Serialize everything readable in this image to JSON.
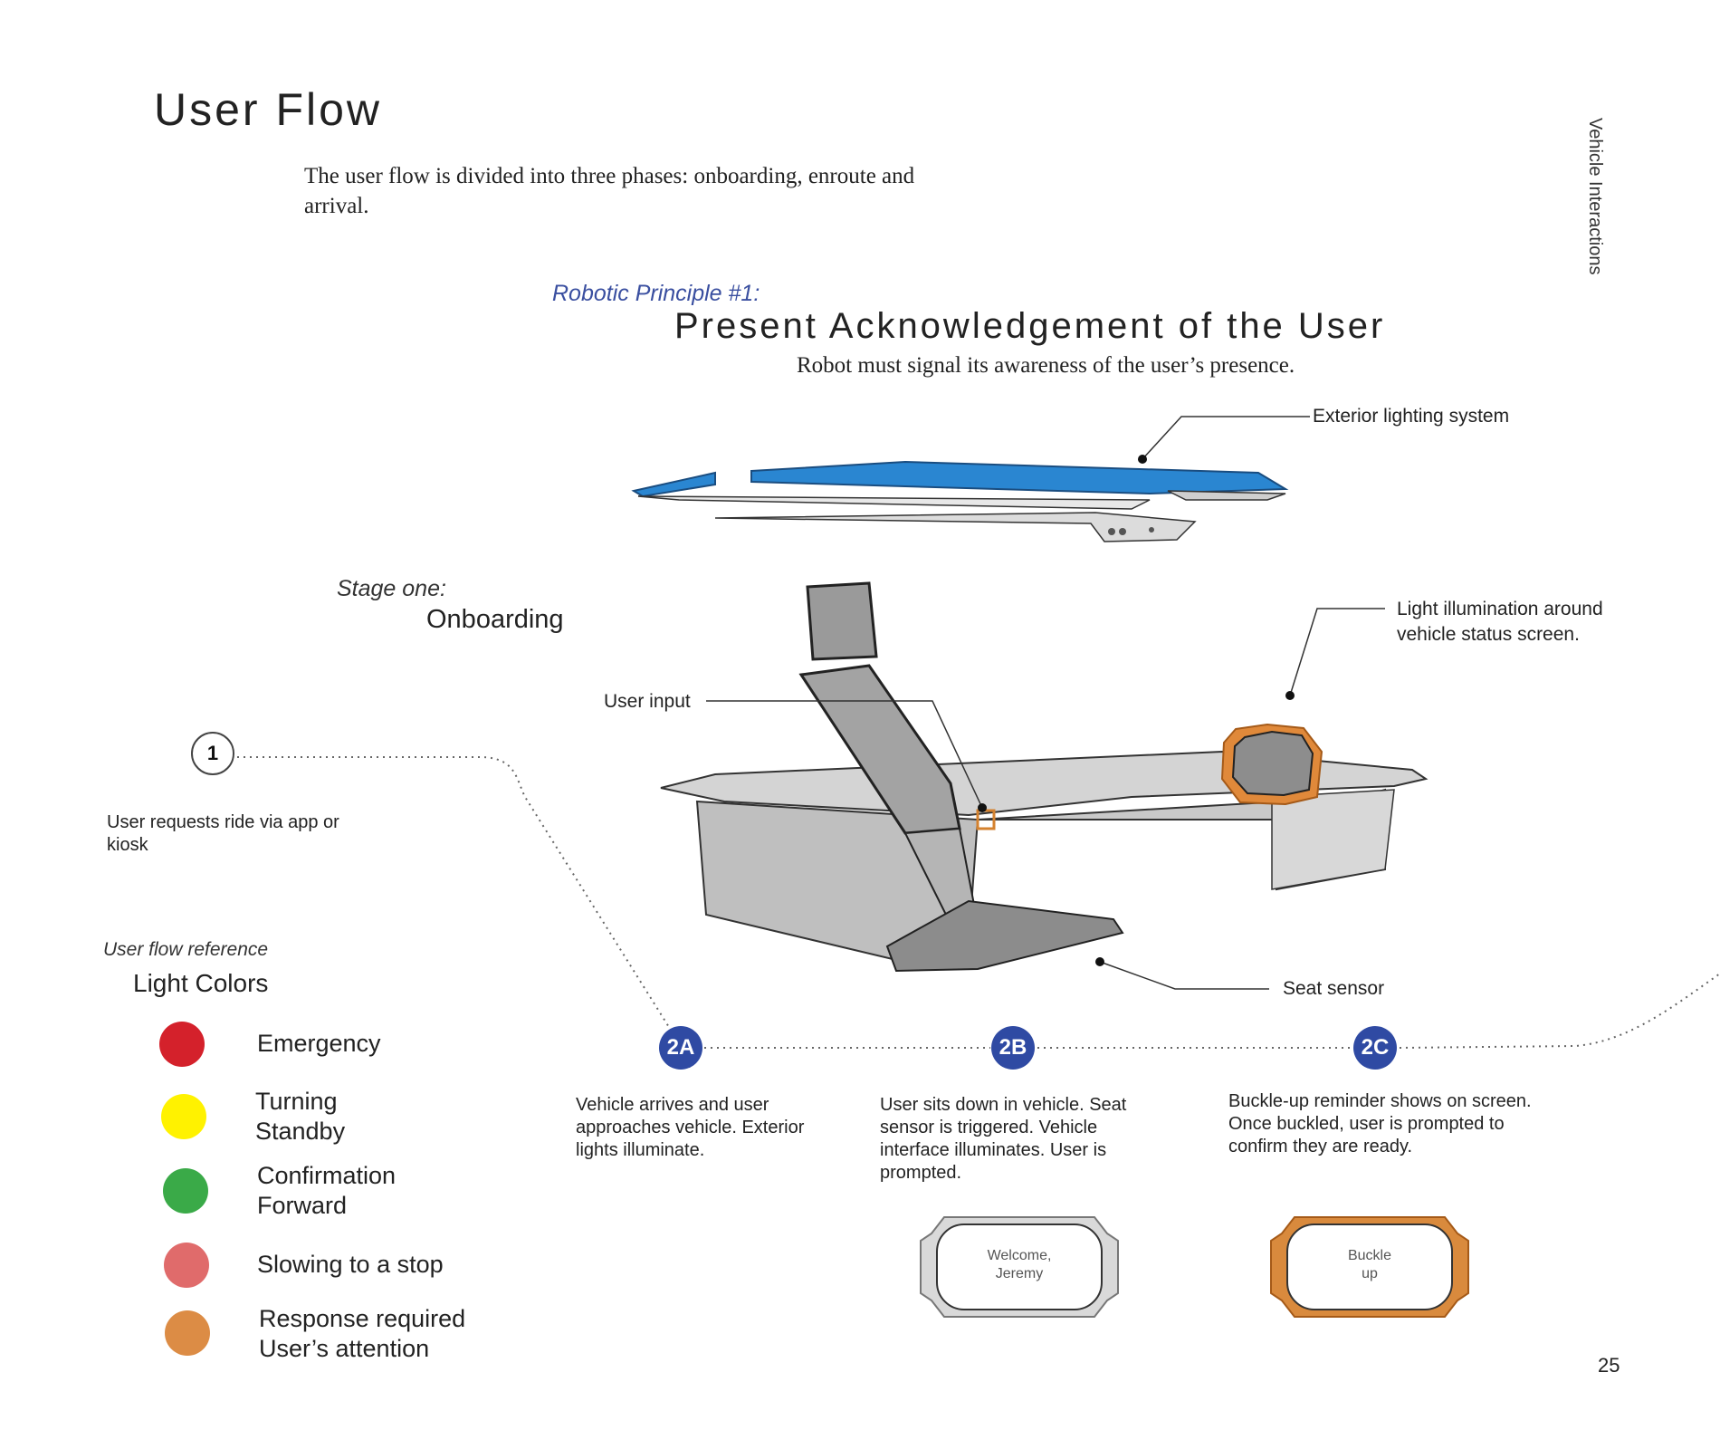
{
  "header": {
    "title": "User Flow",
    "intro": "The user flow is divided into three phases: onboarding, enroute and arrival.",
    "side_label": "Vehicle Interactions"
  },
  "principle": {
    "label": "Robotic Principle #1:",
    "title": "Present Acknowledgement of the User",
    "subtitle": "Robot must signal its awareness of the user’s presence."
  },
  "callouts": {
    "exterior_lighting": "Exterior lighting system",
    "light_illumination": "Light illumination around vehicle status screen.",
    "user_input": "User input",
    "seat_sensor": "Seat sensor"
  },
  "stage": {
    "label": "Stage one:",
    "name": "Onboarding"
  },
  "steps": [
    {
      "id": "1",
      "description": "User requests ride via app or kiosk"
    },
    {
      "id": "2A",
      "description": "Vehicle arrives and user approaches vehicle. Exterior lights illuminate."
    },
    {
      "id": "2B",
      "description": "User sits down in vehicle. Seat sensor is triggered. Vehicle interface illuminates. User is prompted."
    },
    {
      "id": "2C",
      "description": "Buckle-up reminder shows on screen. Once buckled, user is prompted to confirm they are ready."
    }
  ],
  "screens": {
    "welcome": {
      "line1": "Welcome,",
      "line2": "Jeremy",
      "frame_color": "#d9d9d9"
    },
    "buckle": {
      "line1": "Buckle",
      "line2": "up",
      "frame_color": "#d98a3d"
    }
  },
  "legend": {
    "label": "User flow reference",
    "title": "Light Colors",
    "items": [
      {
        "color": "#d4212b",
        "line1": "Emergency",
        "line2": ""
      },
      {
        "color": "#fff200",
        "line1": "Turning",
        "line2": "Standby"
      },
      {
        "color": "#3aaa48",
        "line1": "Confirmation",
        "line2": "Forward"
      },
      {
        "color": "#e06b6b",
        "line1": "Slowing to a stop",
        "line2": ""
      },
      {
        "color": "#dc8c45",
        "line1": "Response required",
        "line2": "User’s attention"
      }
    ]
  },
  "colors": {
    "accent_blue": "#2f4aa3",
    "exterior_light": "#2a86d1",
    "screen_glow": "#e0893a"
  },
  "page_number": "25"
}
